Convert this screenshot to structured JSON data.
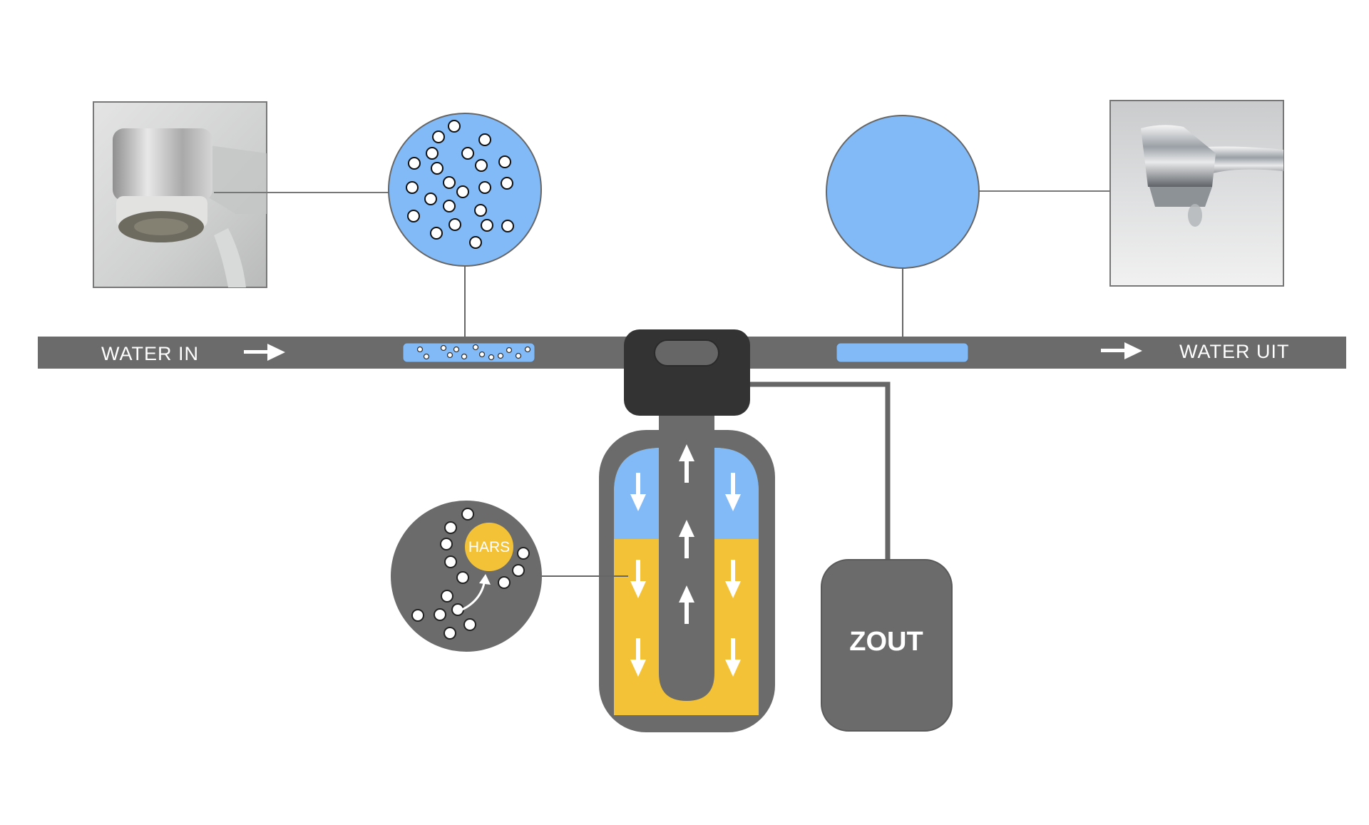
{
  "labels": {
    "water_in": "WATER IN",
    "water_out": "WATER UIT",
    "resin": "HARS",
    "salt": "ZOUT"
  },
  "colors": {
    "pipe": "#6b6b6b",
    "dark_gray": "#676767",
    "control_head": "#333333",
    "water_blue": "#82baf8",
    "resin_yellow": "#f3c237",
    "background": "#ffffff"
  },
  "photos": {
    "left": "calcified faucet aerator photo",
    "right": "clean chrome faucet photo"
  }
}
